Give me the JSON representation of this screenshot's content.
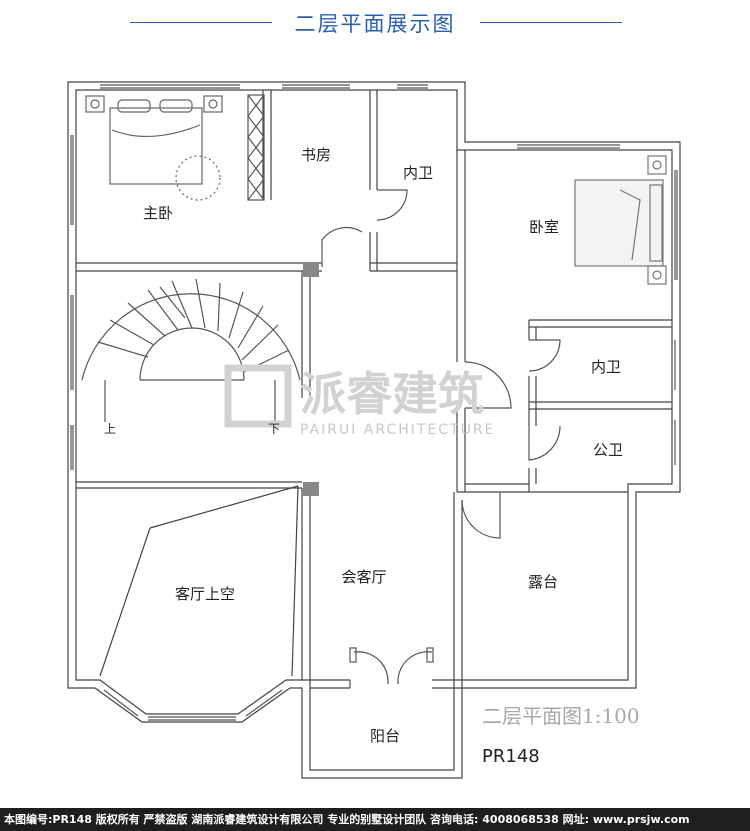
{
  "title": "二层平面展示图",
  "rooms": {
    "master_bedroom": "主卧",
    "study": "书房",
    "bath_1": "内卫",
    "bedroom": "卧室",
    "bath_2": "内卫",
    "public_bath": "公卫",
    "living_void": "客厅上空",
    "lounge": "会客厅",
    "terrace": "露台",
    "balcony": "阳台"
  },
  "stairs": {
    "up": "上",
    "down": "下"
  },
  "watermark": {
    "cn": "派睿建筑",
    "en": "PAIRUI ARCHITECTURE"
  },
  "scale_text": "二层平面图1:100",
  "plan_code": "PR148",
  "footer_text": "本图编号:PR148 版权所有 严禁盗版 湖南派睿建筑设计有限公司 专业的别墅设计团队 咨询电话: 4008068538 网址: www.prsjw.com"
}
